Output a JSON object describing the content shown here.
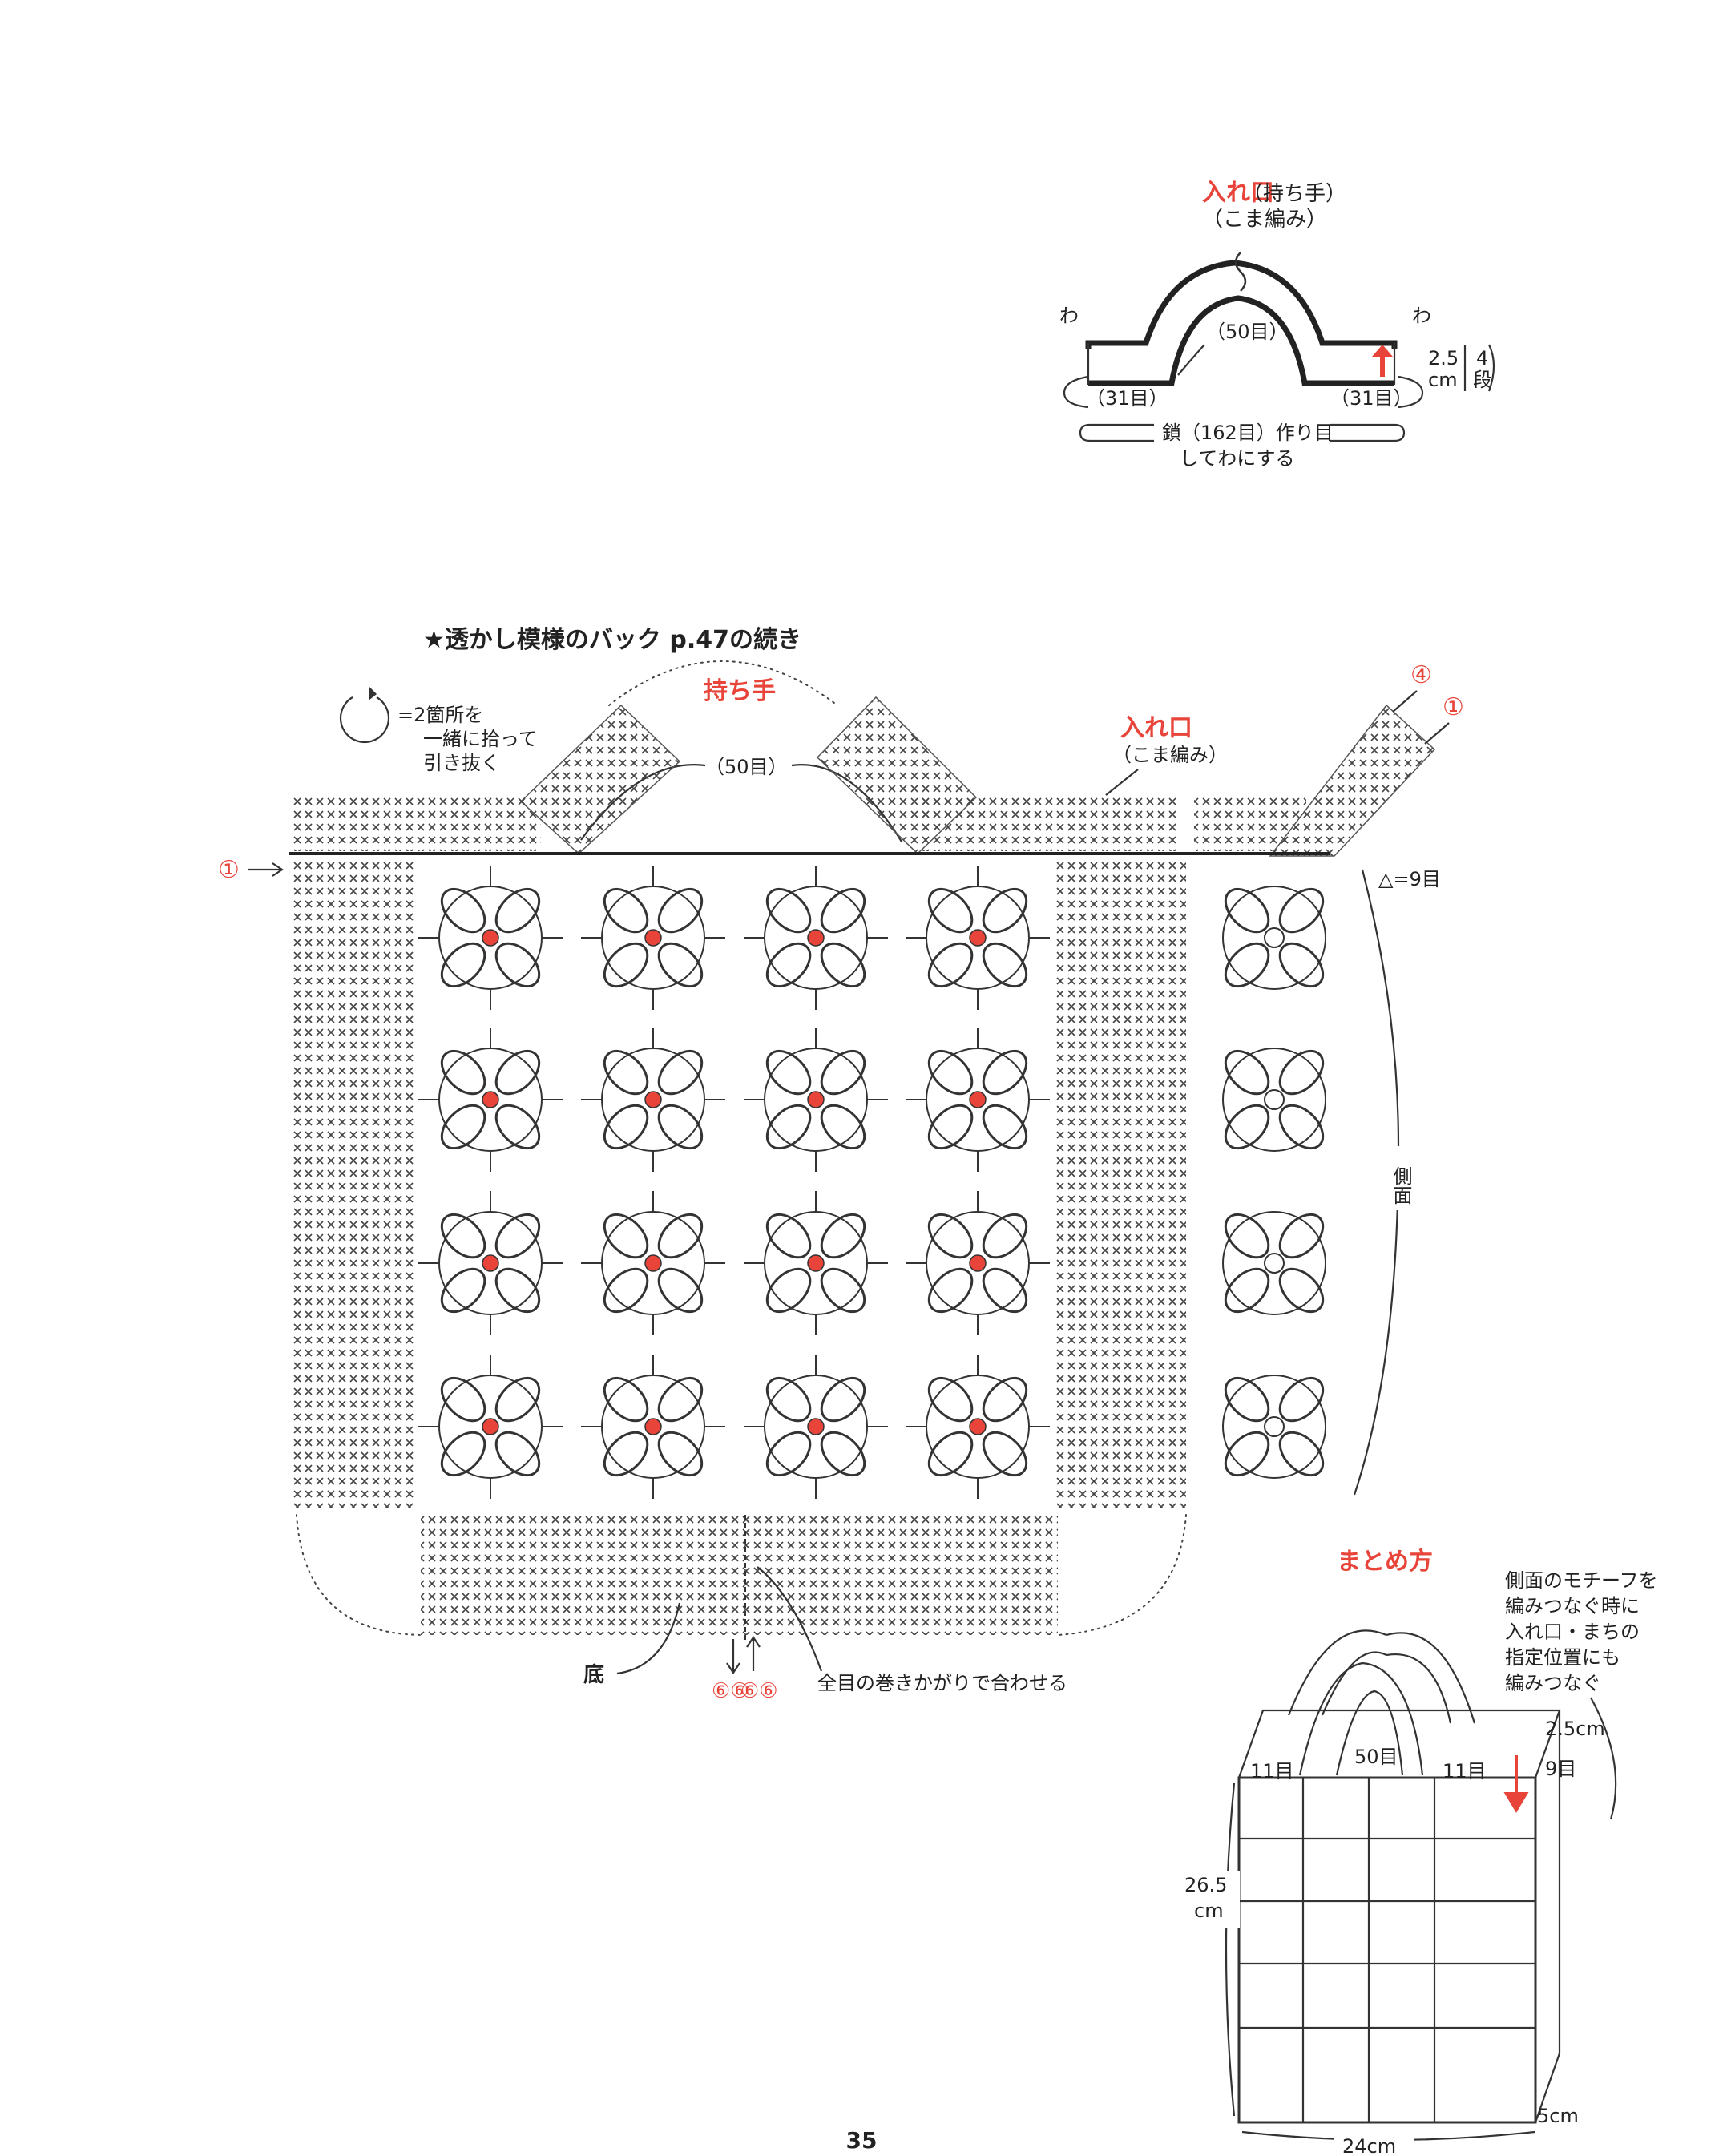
{
  "top_diagram": {
    "title": "入れ口",
    "title_sub": "（持ち手）",
    "stitch": "（こま編み）",
    "wa_left": "わ",
    "wa_right": "わ",
    "center_count": "（50目）",
    "left_count": "（31目）",
    "right_count": "（31目）",
    "height_value": "2.5",
    "height_unit": "cm",
    "rows_value": "4",
    "rows_unit": "段",
    "chain_line1": "鎖（162目）作り目",
    "chain_line2": "してわにする"
  },
  "main_diagram": {
    "heading": "★透かし模様のバック p.47の続き",
    "legend_line1": "=2箇所を",
    "legend_line2": "一緒に拾って",
    "legend_line3": "引き抜く",
    "handle_label": "持ち手",
    "handle_count": "（50目）",
    "opening_label": "入れ口",
    "opening_stitch": "（こま編み）",
    "marker_1_left": "①",
    "marker_4": "④",
    "marker_1_right": "①",
    "triangle_note": "△=9目",
    "side_label": "側面",
    "bottom_label": "底",
    "join_marker_a": "⑥⑥",
    "join_marker_b": "⑥⑥",
    "join_note": "全目の巻きかがりで合わせる"
  },
  "assembly": {
    "title": "まとめ方",
    "note_line1": "側面のモチーフを",
    "note_line2": "編みつなぐ時に",
    "note_line3": "入れ口・まちの",
    "note_line4": "指定位置にも",
    "note_line5": "編みつなぐ",
    "dim_top": "2.5cm",
    "dim_rows": "9目",
    "dim_left_count": "11目",
    "dim_center_count": "50目",
    "dim_right_count": "11目",
    "dim_height_value": "26.5",
    "dim_height_unit": "cm",
    "dim_depth": "5cm",
    "dim_width": "24cm"
  },
  "page_number": "35",
  "colors": {
    "accent": "#e8443a",
    "line": "#222222"
  }
}
